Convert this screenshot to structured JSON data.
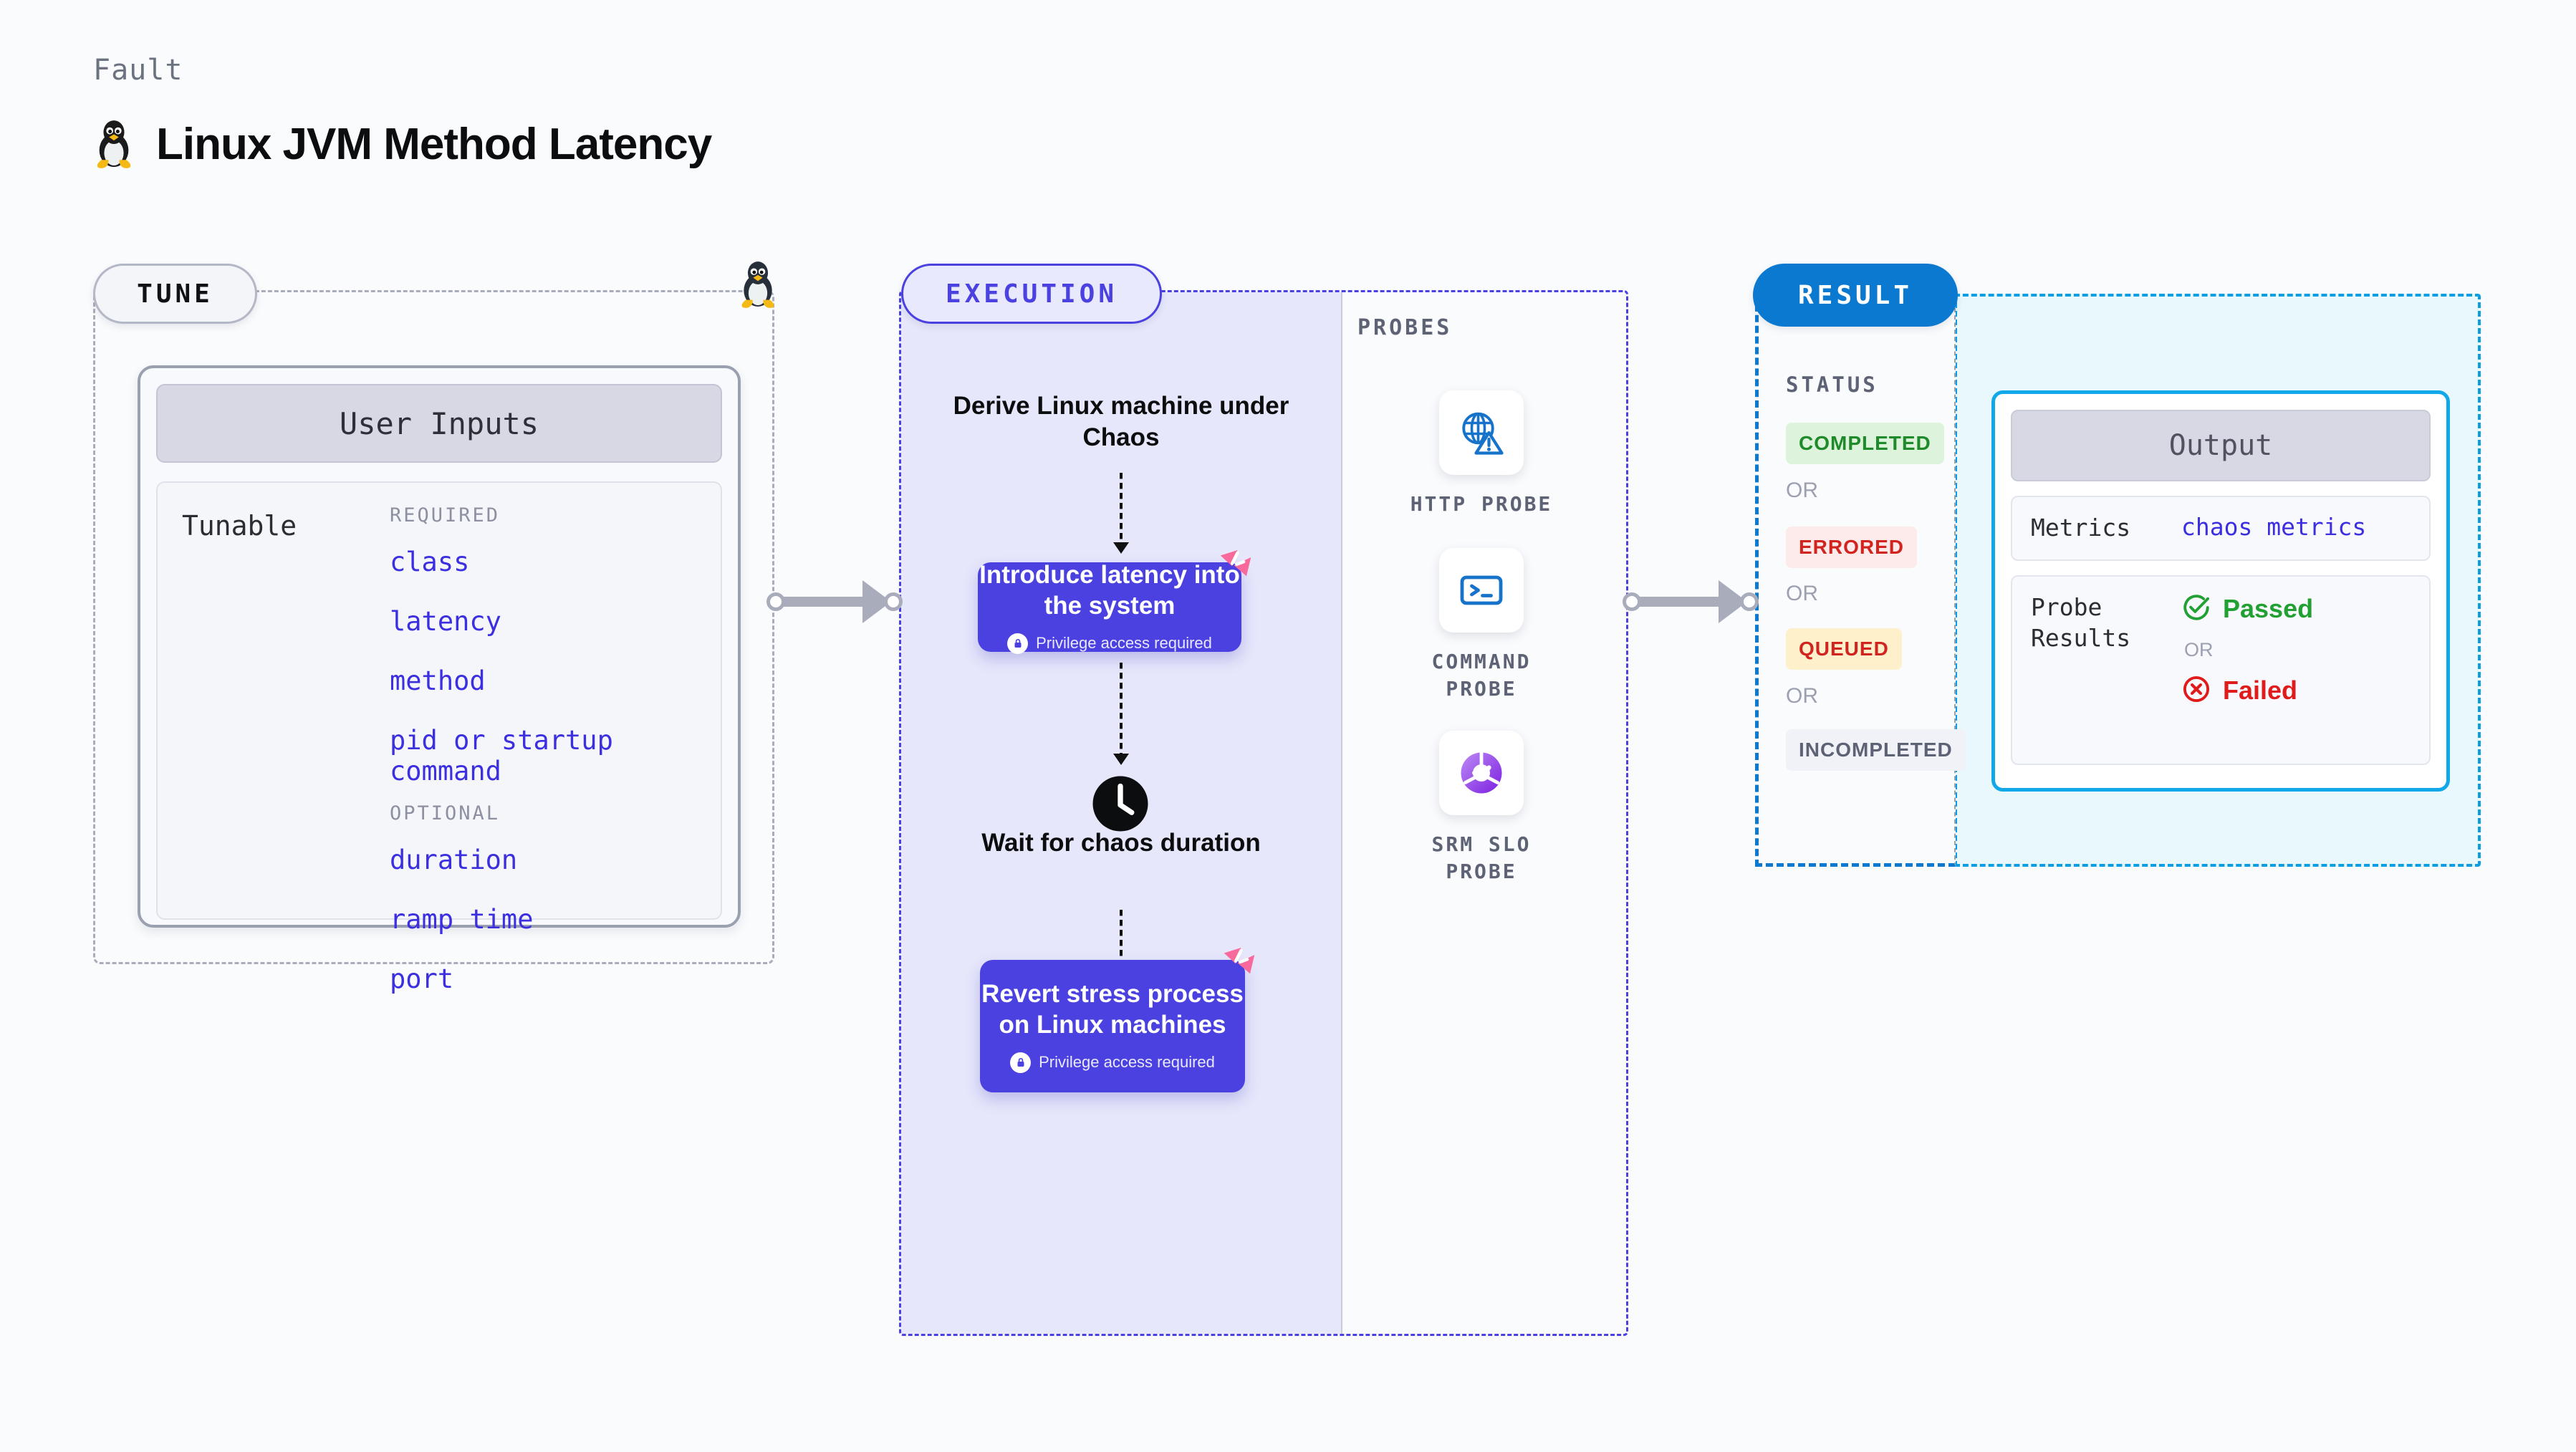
{
  "header": {
    "kicker": "Fault",
    "title": "Linux JVM Method Latency",
    "icon": "linux-tux-icon"
  },
  "tune": {
    "badge": "TUNE",
    "icon": "linux-tux-icon",
    "card_title": "User Inputs",
    "tunable_label": "Tunable",
    "required_label": "REQUIRED",
    "optional_label": "OPTIONAL",
    "required": [
      "class",
      "latency",
      "method",
      "pid or startup command"
    ],
    "optional": [
      "duration",
      "ramp time",
      "port"
    ]
  },
  "execution": {
    "badge": "EXECUTION",
    "step1": "Derive Linux machine under Chaos",
    "step2_title": "Introduce latency into the system",
    "step2_note": "Privilege access required",
    "step3": "Wait for chaos duration",
    "step4_title": "Revert stress process on Linux machines",
    "step4_note": "Privilege access required",
    "clock_icon": "clock-icon",
    "lock_icon": "lock-icon",
    "brand_icon": "harness-logo-icon"
  },
  "probes": {
    "label": "PROBES",
    "items": [
      {
        "label": "HTTP PROBE",
        "icon": "globe-warning-icon"
      },
      {
        "label": "COMMAND PROBE",
        "icon": "terminal-icon"
      },
      {
        "label": "SRM SLO PROBE",
        "icon": "slo-donut-check-icon"
      }
    ]
  },
  "result": {
    "badge": "RESULT",
    "status_label": "STATUS",
    "or_label": "OR",
    "statuses": [
      {
        "label": "COMPLETED",
        "bg": "#def3dc",
        "fg": "#1f8a2a"
      },
      {
        "label": "ERRORED",
        "bg": "#fdeaea",
        "fg": "#d1241f"
      },
      {
        "label": "QUEUED",
        "bg": "#fdf0cb",
        "fg": "#d1241f"
      },
      {
        "label": "INCOMPLETED",
        "bg": "#f1f2f7",
        "fg": "#5d6275"
      }
    ],
    "output": {
      "title": "Output",
      "metrics_key": "Metrics",
      "metrics_value": "chaos metrics",
      "probe_results_key": "Probe Results",
      "passed": "Passed",
      "failed": "Failed",
      "or_label": "OR",
      "passed_icon": "check-circle-icon",
      "failed_icon": "x-circle-icon"
    }
  },
  "colors": {
    "accent_purple": "#4a41e0",
    "accent_blue": "#0b79d0",
    "accent_cyan": "#10a8e8",
    "pink_brand": "#f86a9b",
    "mono_blue": "#3b2fe0",
    "muted": "#9aa0b0"
  }
}
